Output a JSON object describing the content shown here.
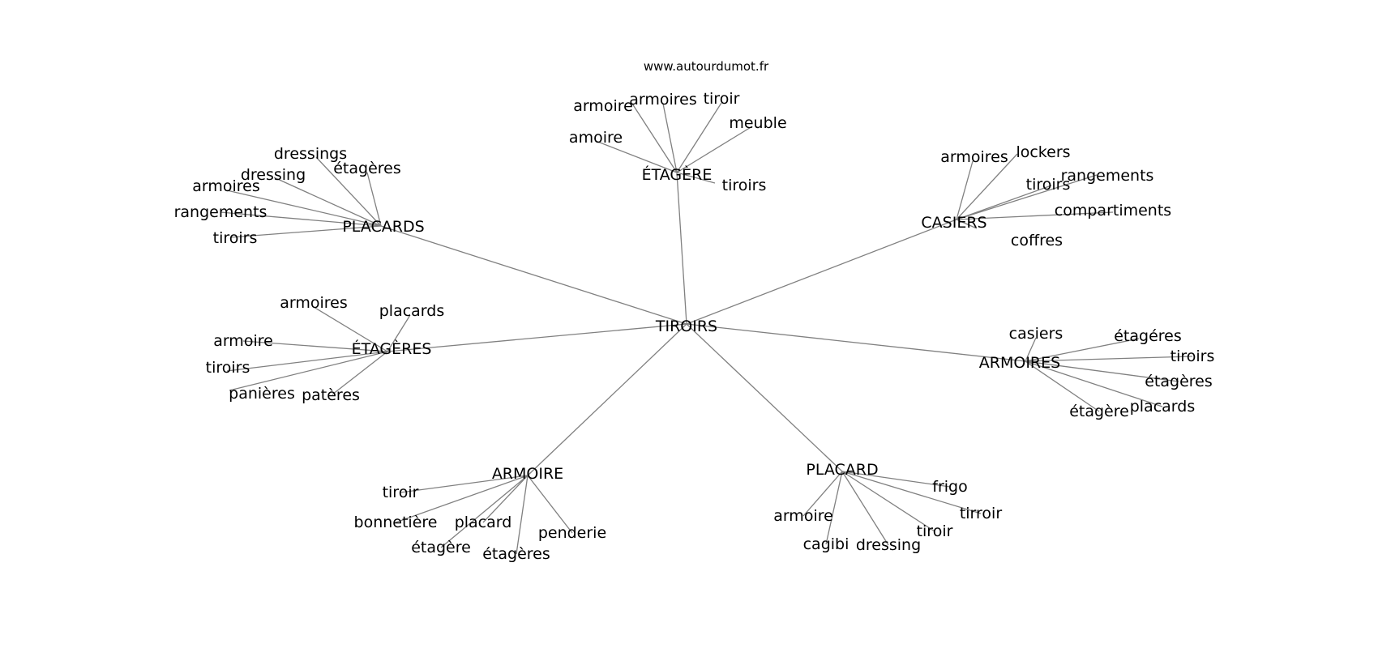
{
  "source": "www.autourdumot.fr",
  "edge_color": "#808080",
  "center": "TIROIRS",
  "clusters": [
    {
      "hub": "ÉTAGÈRE",
      "leaves": [
        "armoire",
        "armoires",
        "tiroir",
        "meuble",
        "amoire",
        "tiroirs"
      ]
    },
    {
      "hub": "PLACARDS",
      "leaves": [
        "dressings",
        "étagères",
        "dressing",
        "armoires",
        "rangements",
        "tiroirs"
      ]
    },
    {
      "hub": "CASIERS",
      "leaves": [
        "armoires",
        "lockers",
        "rangements",
        "tiroirs",
        "compartiments",
        "coffres"
      ]
    },
    {
      "hub": "ÉTAGÈRES",
      "leaves": [
        "armoires",
        "placards",
        "armoire",
        "tiroirs",
        "panières",
        "patères"
      ]
    },
    {
      "hub": "ARMOIRES",
      "leaves": [
        "casiers",
        "étagéres",
        "tiroirs",
        "étagères",
        "placards",
        "étagère"
      ]
    },
    {
      "hub": "ARMOIRE",
      "leaves": [
        "tiroir",
        "bonnetière",
        "placard",
        "penderie",
        "étagère",
        "étagères"
      ]
    },
    {
      "hub": "PLACARD",
      "leaves": [
        "frigo",
        "tirroir",
        "armoire",
        "tiroir",
        "cagibi",
        "dressing"
      ]
    }
  ]
}
